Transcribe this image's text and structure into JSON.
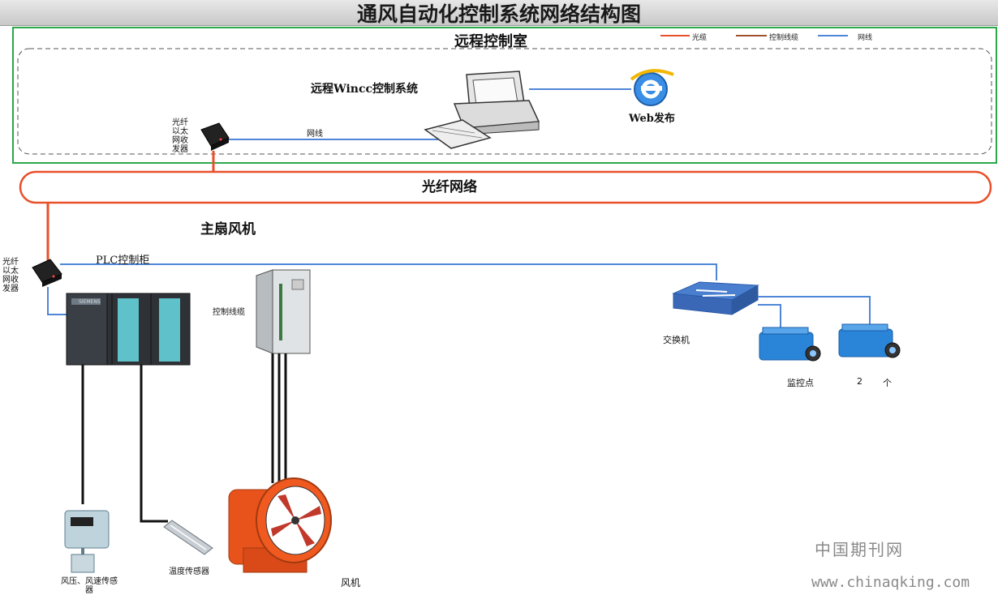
{
  "title": "通风自动化控制系统网络结构图",
  "remote_room": {
    "label": "远程控制室",
    "wincc_label": "远程Wincc控制系统",
    "web_label": "Web发布",
    "transceiver_label": "光纤以太网收发器",
    "link_label": "网线"
  },
  "legend": [
    {
      "label": "光缆",
      "color": "#e8502a"
    },
    {
      "label": "控制线缆",
      "color": "#a0522d"
    },
    {
      "label": "网线",
      "color": "#4f86d8"
    }
  ],
  "fiber_network": {
    "label": "光纤网络"
  },
  "main_fan": {
    "label": "主扇风机",
    "plc_label": "PLC控制柜",
    "transceiver_label": "光纤以太网收发器",
    "control_cable_label": "控制线缆",
    "switch_label": "交换机",
    "monitor_label": "监控点",
    "monitor_count": "2",
    "monitor_unit": "个",
    "wind_sensor_label": "风压、风速传感器",
    "temp_sensor_label": "温度传感器",
    "fan_label": "风机"
  },
  "plc_brand": "SIEMENS",
  "watermark": {
    "text": "中国期刊网",
    "url": "www.chinaqking.com"
  },
  "colors": {
    "fiber": "#e8502a",
    "network": "#4f86d8",
    "control": "#a0522d",
    "room_border": "#2aa84a"
  }
}
